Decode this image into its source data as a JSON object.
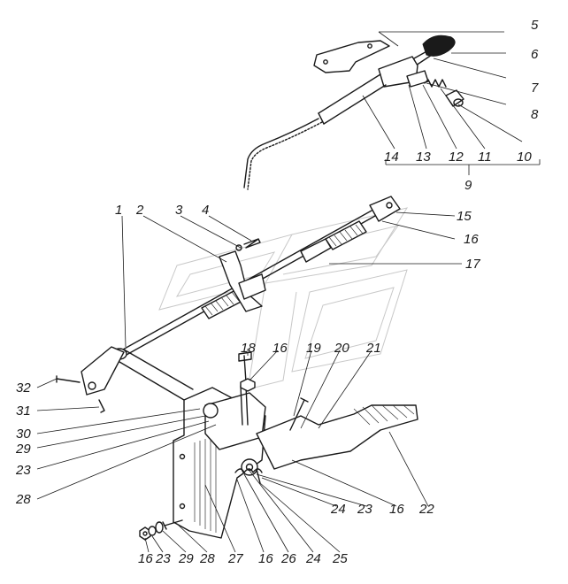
{
  "diagram": {
    "callouts": [
      {
        "id": "c5",
        "text": "5"
      },
      {
        "id": "c6",
        "text": "6"
      },
      {
        "id": "c7",
        "text": "7"
      },
      {
        "id": "c8",
        "text": "8"
      },
      {
        "id": "c14",
        "text": "14"
      },
      {
        "id": "c13",
        "text": "13"
      },
      {
        "id": "c12",
        "text": "12"
      },
      {
        "id": "c11",
        "text": "11"
      },
      {
        "id": "c10",
        "text": "10"
      },
      {
        "id": "c9",
        "text": "9"
      },
      {
        "id": "c1",
        "text": "1"
      },
      {
        "id": "c2",
        "text": "2"
      },
      {
        "id": "c3",
        "text": "3"
      },
      {
        "id": "c4",
        "text": "4"
      },
      {
        "id": "c15",
        "text": "15"
      },
      {
        "id": "c16a",
        "text": "16"
      },
      {
        "id": "c17",
        "text": "17"
      },
      {
        "id": "c18",
        "text": "18"
      },
      {
        "id": "c16b",
        "text": "16"
      },
      {
        "id": "c19",
        "text": "19"
      },
      {
        "id": "c20",
        "text": "20"
      },
      {
        "id": "c21",
        "text": "21"
      },
      {
        "id": "c32",
        "text": "32"
      },
      {
        "id": "c31",
        "text": "31"
      },
      {
        "id": "c30",
        "text": "30"
      },
      {
        "id": "c29a",
        "text": "29"
      },
      {
        "id": "c23a",
        "text": "23"
      },
      {
        "id": "c28a",
        "text": "28"
      },
      {
        "id": "c24a",
        "text": "24"
      },
      {
        "id": "c23b",
        "text": "23"
      },
      {
        "id": "c16c",
        "text": "16"
      },
      {
        "id": "c22",
        "text": "22"
      },
      {
        "id": "c16d",
        "text": "16"
      },
      {
        "id": "c23c",
        "text": "23"
      },
      {
        "id": "c29b",
        "text": "29"
      },
      {
        "id": "c28b",
        "text": "28"
      },
      {
        "id": "c27",
        "text": "27"
      },
      {
        "id": "c16e",
        "text": "16"
      },
      {
        "id": "c26",
        "text": "26"
      },
      {
        "id": "c24b",
        "text": "24"
      },
      {
        "id": "c25",
        "text": "25"
      }
    ]
  }
}
